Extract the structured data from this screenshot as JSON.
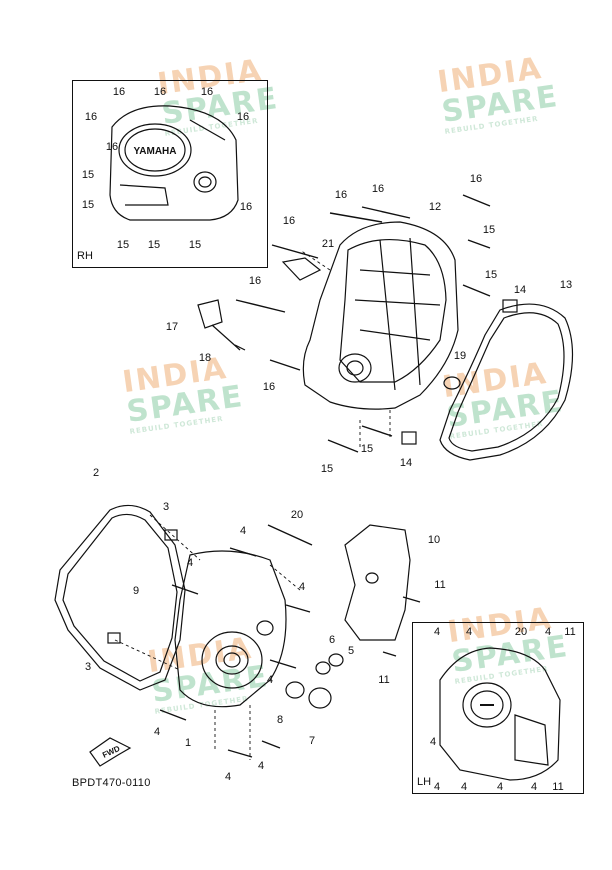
{
  "diagram": {
    "code": "BPDT470-0110",
    "inset_rh_label": "RH",
    "inset_lh_label": "LH",
    "cover_logo": "YAMAHA",
    "fwd_label": "FWD",
    "watermark": {
      "line1": "INDIA",
      "line2": "SPARE",
      "tagline": "REBUILD TOGETHER"
    }
  },
  "callouts": {
    "rh_inset": [
      "16",
      "16",
      "16",
      "16",
      "16",
      "16",
      "16",
      "15",
      "15",
      "15",
      "15",
      "15"
    ],
    "upper": [
      "16",
      "16",
      "16",
      "16",
      "12",
      "15",
      "15",
      "14",
      "13",
      "21",
      "16",
      "17",
      "18",
      "19",
      "16",
      "15",
      "15",
      "14"
    ],
    "lower": [
      "2",
      "3",
      "4",
      "20",
      "10",
      "9",
      "4",
      "11",
      "4",
      "3",
      "6",
      "5",
      "4",
      "11",
      "1",
      "8",
      "7",
      "4",
      "4",
      "4"
    ],
    "lh_inset": [
      "4",
      "4",
      "20",
      "4",
      "11",
      "4",
      "4",
      "4",
      "4",
      "4",
      "11"
    ]
  }
}
